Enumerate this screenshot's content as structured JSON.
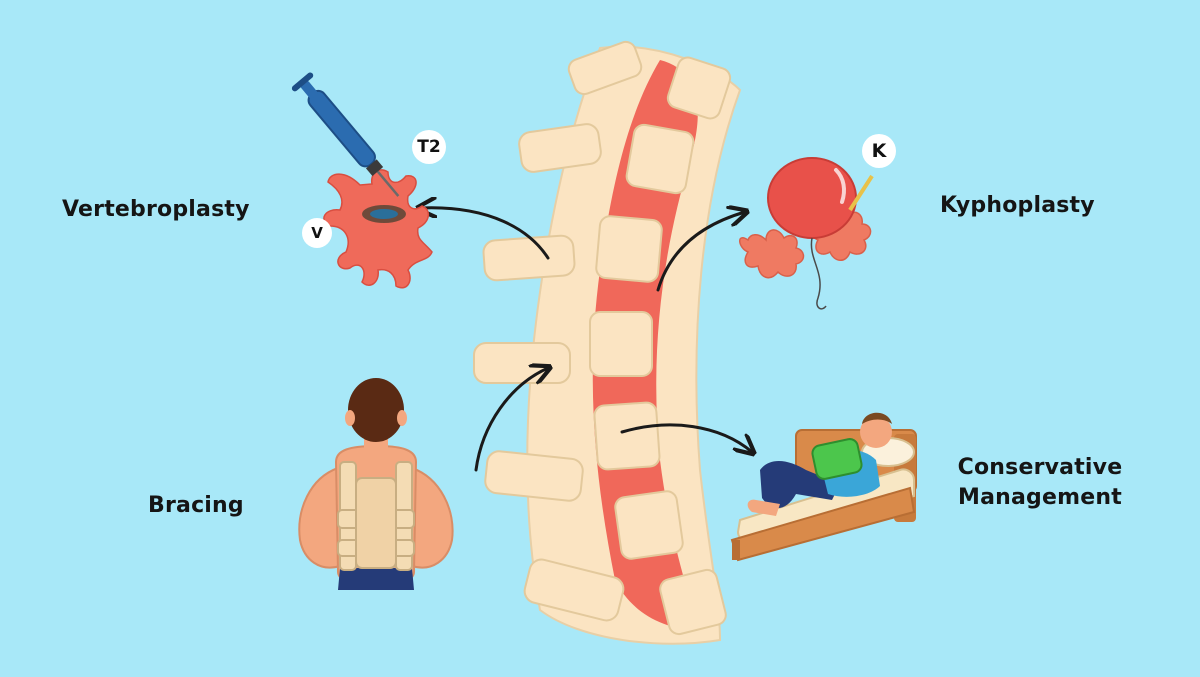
{
  "labels": {
    "vertebroplasty": "Vertebroplasty",
    "kyphoplasty": "Kyphoplasty",
    "bracing": "Bracing",
    "conservative_line1": "Conservative",
    "conservative_line2": "Management"
  },
  "badges": {
    "t2": "T2",
    "v": "V",
    "k": "K"
  },
  "colors": {
    "background": "#a8e8f8",
    "bone": "#fbe4c2",
    "spinal_cord": "#f0685a",
    "brace": "#f4dcb4",
    "pillow": "#4cc64c"
  }
}
